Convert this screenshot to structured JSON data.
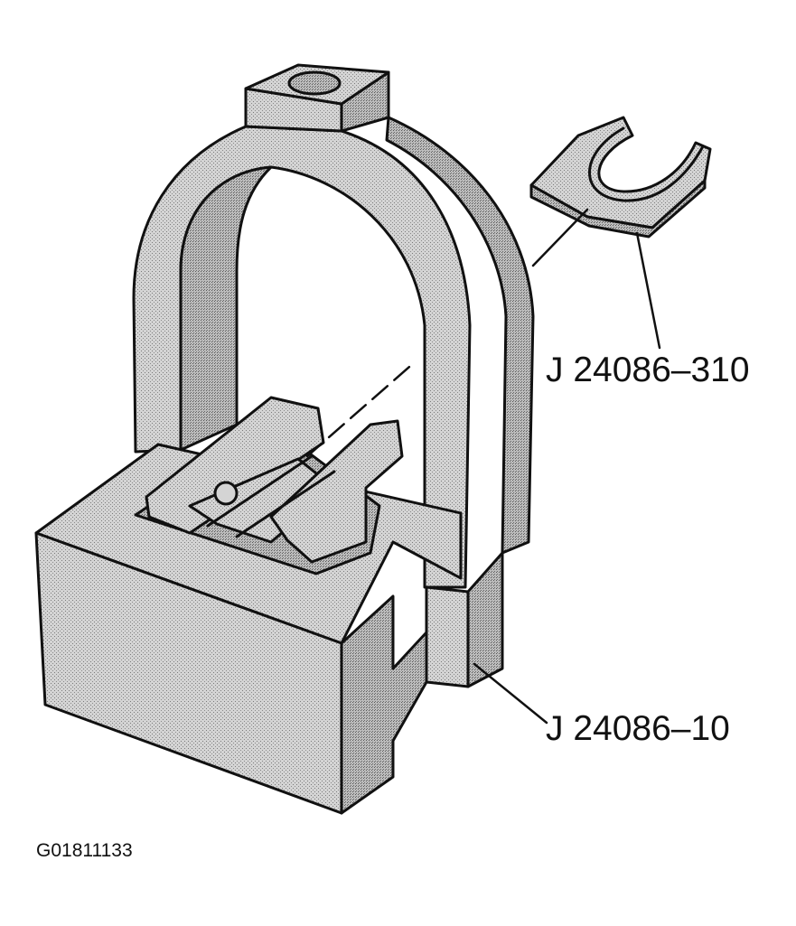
{
  "figure_id": "G01811133",
  "callouts": {
    "shim": "J 24086–310",
    "fixture": "J 24086–10"
  },
  "colors": {
    "line": "#111111",
    "fill": "#cfcfcf",
    "background": "#ffffff"
  }
}
